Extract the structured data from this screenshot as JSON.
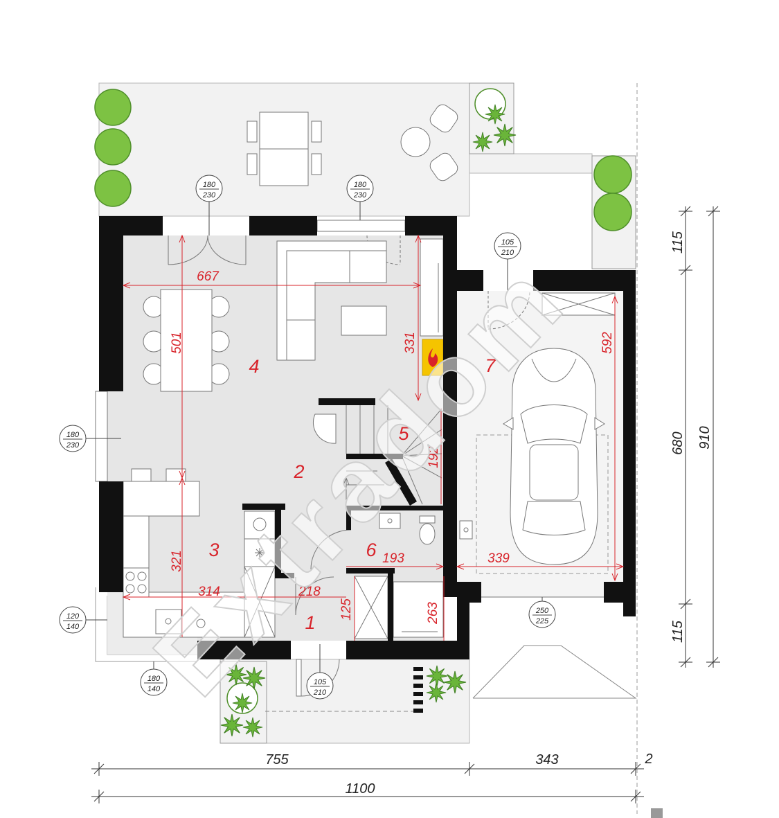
{
  "openings": [
    {
      "top": "180",
      "bottom": "230"
    },
    {
      "top": "180",
      "bottom": "230"
    },
    {
      "top": "105",
      "bottom": "210"
    },
    {
      "top": "180",
      "bottom": "230"
    },
    {
      "top": "120",
      "bottom": "140"
    },
    {
      "top": "180",
      "bottom": "140"
    },
    {
      "top": "105",
      "bottom": "210"
    },
    {
      "top": "250",
      "bottom": "225"
    }
  ],
  "room_numbers": [
    "1",
    "2",
    "3",
    "4",
    "5",
    "6",
    "7"
  ],
  "interior_dimensions": {
    "living_width": "667",
    "dining_depth": "501",
    "living_depth": "331",
    "garage_depth": "592",
    "stair_depth": "192",
    "bath_width": "193",
    "garage_width": "339",
    "kitchen_depth": "321",
    "kitchen_width": "314",
    "hall_width": "218",
    "hall_depth": "125",
    "storage_depth": "263"
  },
  "exterior_dimensions": {
    "upper_offset": "115",
    "garage_length": "680",
    "lower_offset": "115",
    "total_depth": "910",
    "house_width": "755",
    "garage_span": "343",
    "gap": "2",
    "total_width": "1100"
  },
  "watermark": "Extradom",
  "colors": {
    "wall": "#111111",
    "dimension": "#d8232a",
    "floor": "#e6e6e6",
    "terrace": "#f2f2f2",
    "fireplace": "#f5c400",
    "tree": "#7dc243"
  }
}
